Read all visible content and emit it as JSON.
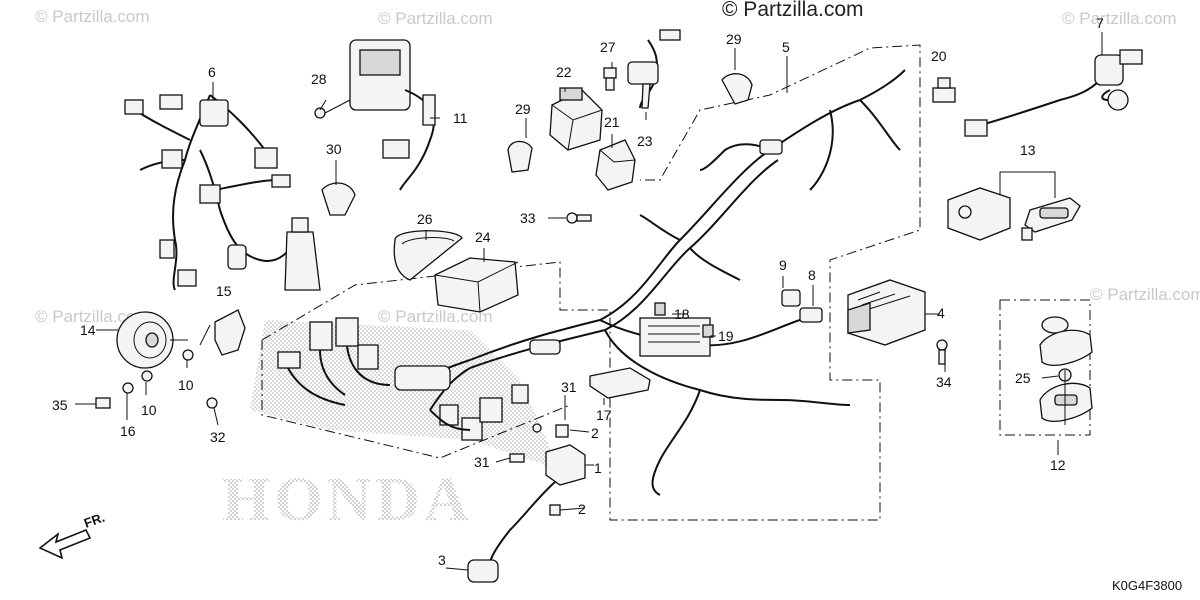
{
  "watermarks": {
    "main": "© Partzilla.com",
    "faint": "© Partzilla.com"
  },
  "brand_mark": "HONDA",
  "direction_indicator": "FR.",
  "diagram_code": "K0G4F3800",
  "callouts": {
    "c1": "1",
    "c2a": "2",
    "c2b": "2",
    "c3": "3",
    "c4": "4",
    "c6": "6",
    "c7": "7",
    "c8": "8",
    "c9": "9",
    "c10a": "10",
    "c10b": "10",
    "c11": "11",
    "c12": "12",
    "c13": "13",
    "c14": "14",
    "c15": "15",
    "c16": "16",
    "c17": "17",
    "c18": "18",
    "c19": "19",
    "c20": "20",
    "c21": "21",
    "c22": "22",
    "c23": "23",
    "c24": "24",
    "c25": "25",
    "c26": "26",
    "c27": "27",
    "c28": "28",
    "c29a": "29",
    "c29b": "29",
    "c30": "30",
    "c31a": "31",
    "c31b": "31",
    "c32": "32",
    "c33": "33",
    "c34": "34",
    "c35": "35",
    "c5": "5"
  },
  "colors": {
    "line": "#111111",
    "watermark": "#c9c9c9",
    "stipple": "#9a9a9a"
  }
}
